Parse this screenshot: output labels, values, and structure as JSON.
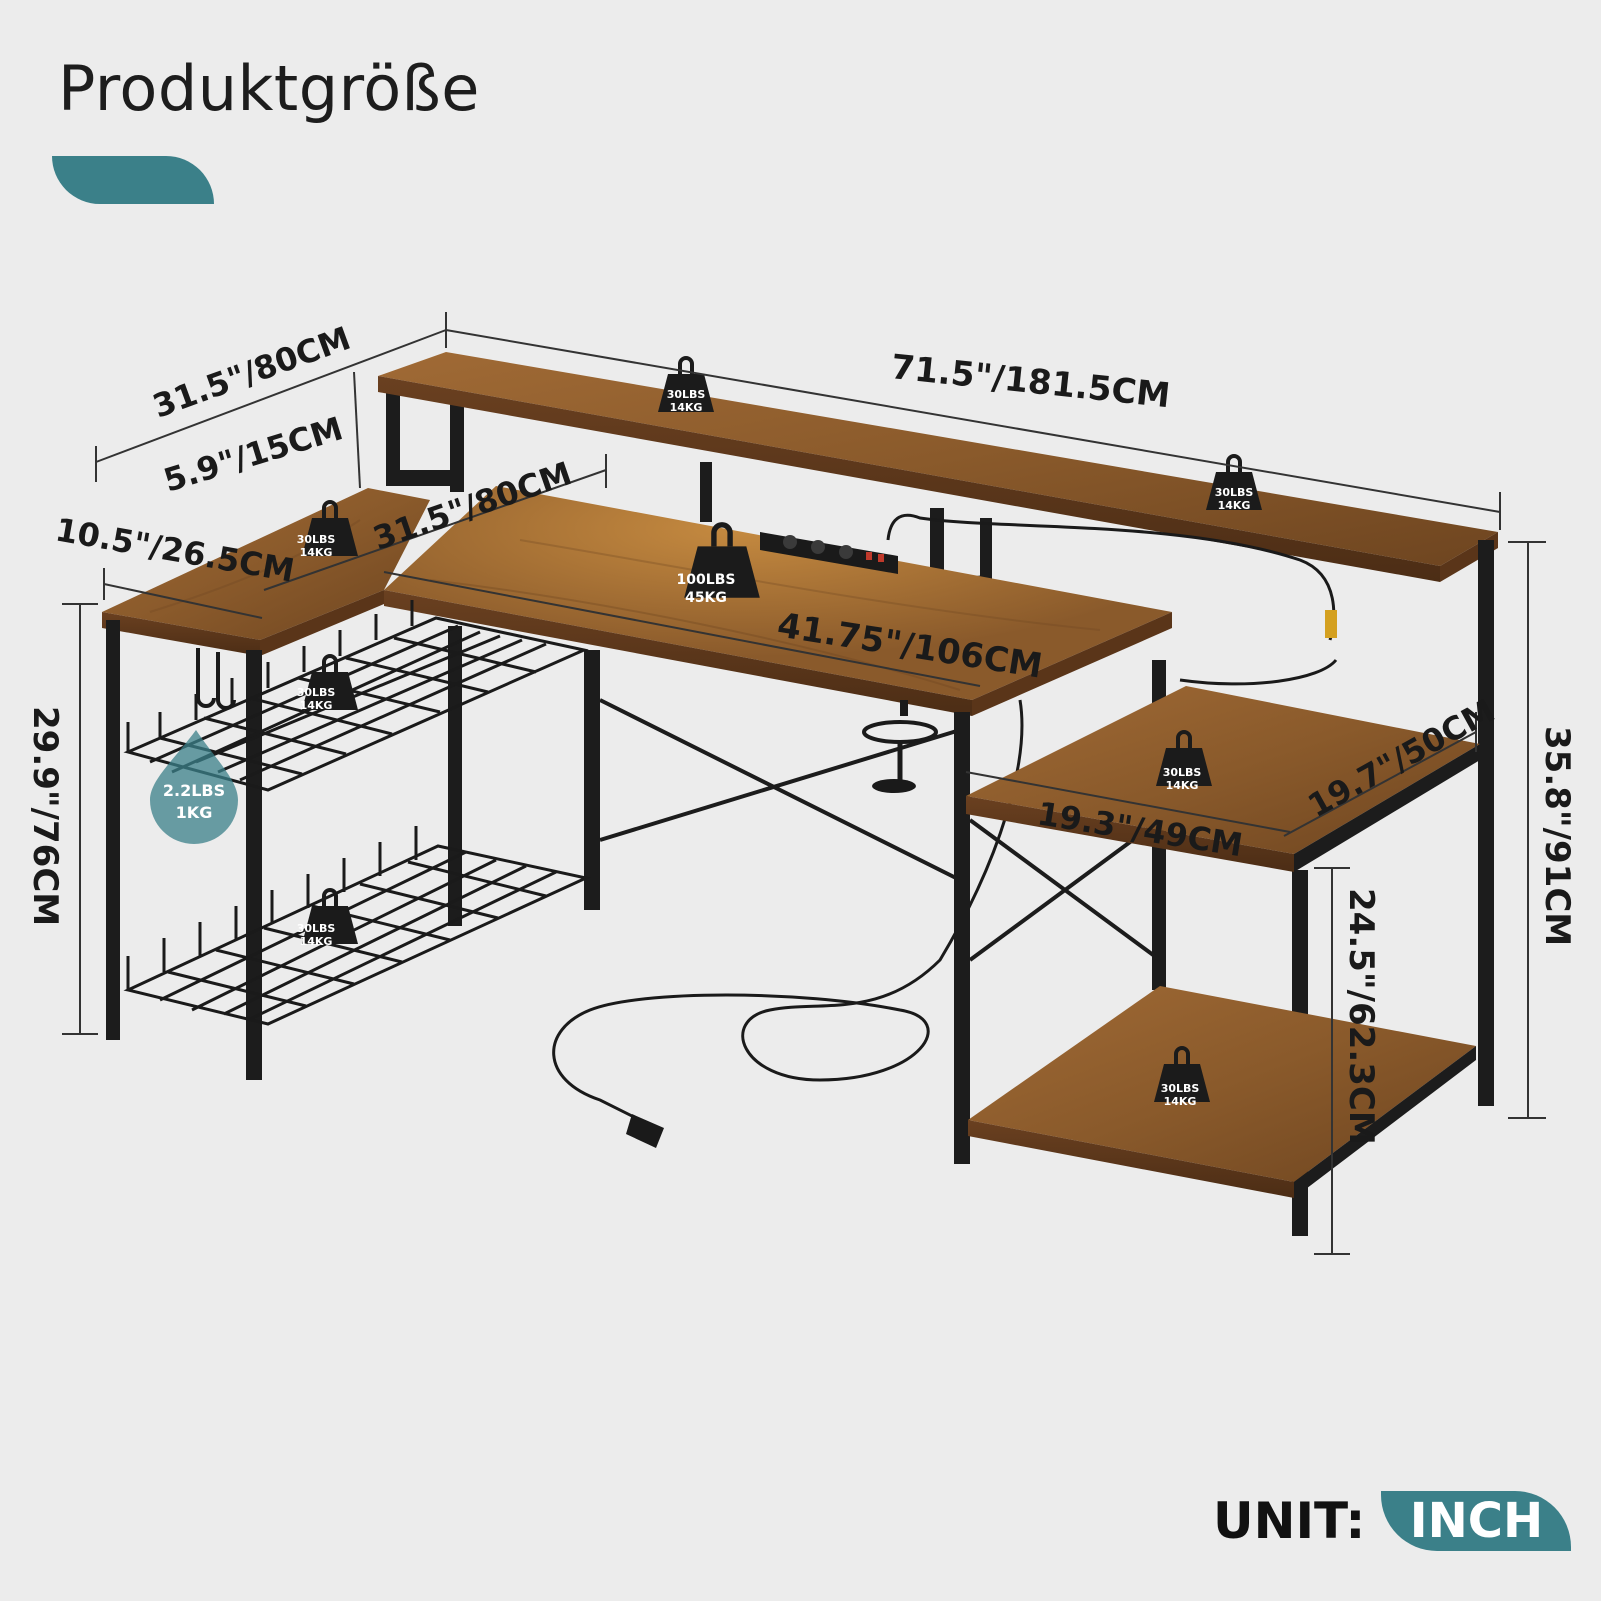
{
  "header": {
    "title": "Produktgröße"
  },
  "dimensions": {
    "total_depth": "31.5\"/80CM",
    "riser_depth": "5.9\"/15CM",
    "left_top_width": "10.5\"/26.5CM",
    "desk_depth": "31.5\"/80CM",
    "total_width": "71.5\"/181.5CM",
    "desk_width": "41.75\"/106CM",
    "shelf_depth": "19.7\"/50CM",
    "shelf_width": "19.3\"/49CM",
    "total_height": "35.8\"/91CM",
    "desk_height": "29.9\"/76CM",
    "shelf_height": "24.5\"/62.3CM"
  },
  "weights": {
    "riser_left": {
      "lbs": "30LBS",
      "kg": "14KG"
    },
    "riser_right": {
      "lbs": "30LBS",
      "kg": "14KG"
    },
    "left_top": {
      "lbs": "30LBS",
      "kg": "14KG"
    },
    "desk": {
      "lbs": "100LBS",
      "kg": "45KG"
    },
    "upper_basket": {
      "lbs": "30LBS",
      "kg": "14KG"
    },
    "lower_basket": {
      "lbs": "30LBS",
      "kg": "14KG"
    },
    "side_shelf": {
      "lbs": "30LBS",
      "kg": "14KG"
    },
    "bottom_shelf": {
      "lbs": "30LBS",
      "kg": "14KG"
    },
    "hook": {
      "lbs": "2.2LBS",
      "kg": "1KG"
    }
  },
  "unit": {
    "label": "UNIT:",
    "value": "INCH"
  },
  "colors": {
    "accent": "#3b8089",
    "wood": "#8a5a2b",
    "frame": "#1c1c1c",
    "background": "#ececec"
  }
}
